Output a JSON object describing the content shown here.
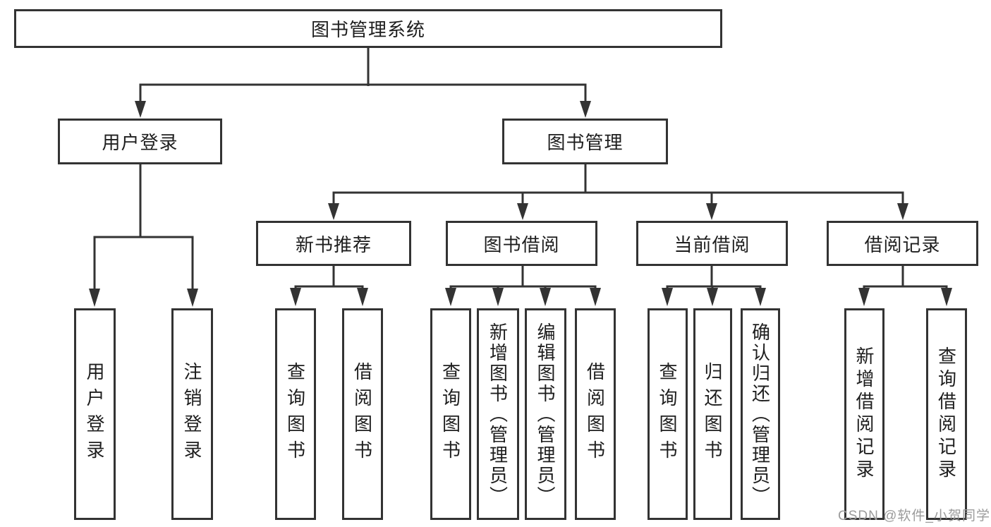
{
  "colors": {
    "line": "#333333",
    "text": "#1e1e1e",
    "watermark": "#9b9b9b",
    "background": "#ffffff"
  },
  "tree": {
    "root_label": "图书管理系统",
    "user_login": {
      "label": "用户登录",
      "children": [
        "用户登录",
        "注销登录"
      ]
    },
    "book_management": {
      "label": "图书管理",
      "sections": [
        {
          "label": "新书推荐",
          "children": [
            "查询图书",
            "借阅图书"
          ]
        },
        {
          "label": "图书借阅",
          "children": [
            "查询图书",
            "新增图书（管理员）",
            "编辑图书（管理员）",
            "借阅图书"
          ]
        },
        {
          "label": "当前借阅",
          "children": [
            "查询图书",
            "归还图书",
            "确认归还（管理员）"
          ]
        },
        {
          "label": "借阅记录",
          "children": [
            "新增借阅记录",
            "查询借阅记录"
          ]
        }
      ]
    }
  },
  "watermark": {
    "text": "CSDN @软件_小贺同学"
  }
}
